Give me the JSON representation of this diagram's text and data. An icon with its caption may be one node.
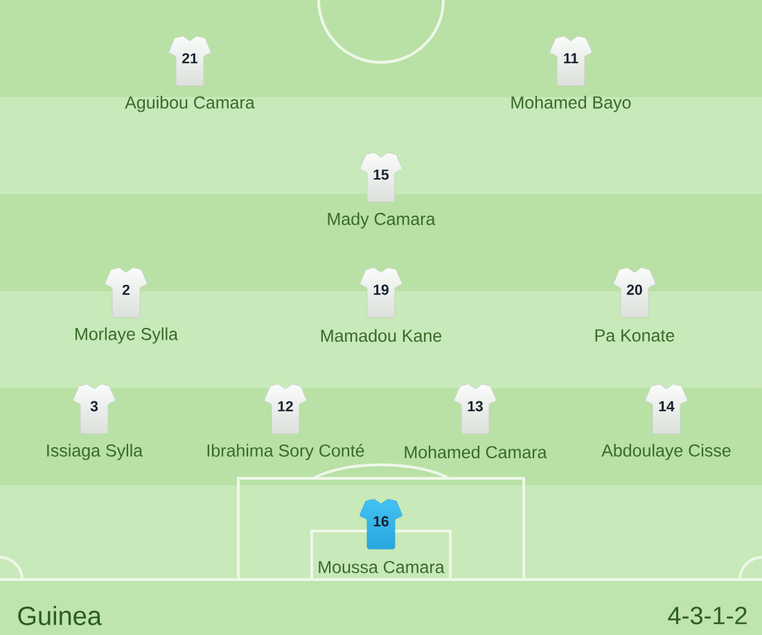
{
  "diagram": {
    "nodes": [
      {
        "text": [
          "21"
        ],
        "beside": [
          "Aguibou Camara"
        ]
      },
      {
        "text": [
          "11"
        ],
        "beside": [
          "Mohamed Bayo"
        ]
      },
      {
        "text": [
          "15"
        ],
        "beside": [
          "Mady Camara"
        ]
      },
      {
        "text": [
          "2"
        ],
        "beside": [
          "Morlaye Sylla"
        ]
      },
      {
        "text": [
          "19"
        ],
        "beside": [
          "Mamadou Kane"
        ]
      },
      {
        "text": [
          "20"
        ],
        "beside": [
          "Pa Konate"
        ]
      },
      {
        "text": [
          "3"
        ],
        "beside": [
          "Issiaga Sylla"
        ]
      },
      {
        "text": [
          "12"
        ],
        "beside": [
          "Ibrahima Sory Conté"
        ]
      },
      {
        "text": [
          "13"
        ],
        "beside": [
          "Mohamed Camara"
        ]
      },
      {
        "text": [
          "14"
        ],
        "beside": [
          "Abdoulaye Cisse"
        ]
      },
      {
        "text": [
          "16"
        ],
        "beside": [
          "Moussa Camara"
        ]
      }
    ],
    "labels": [
      "Guinea",
      "4-3-1-2"
    ]
  }
}
